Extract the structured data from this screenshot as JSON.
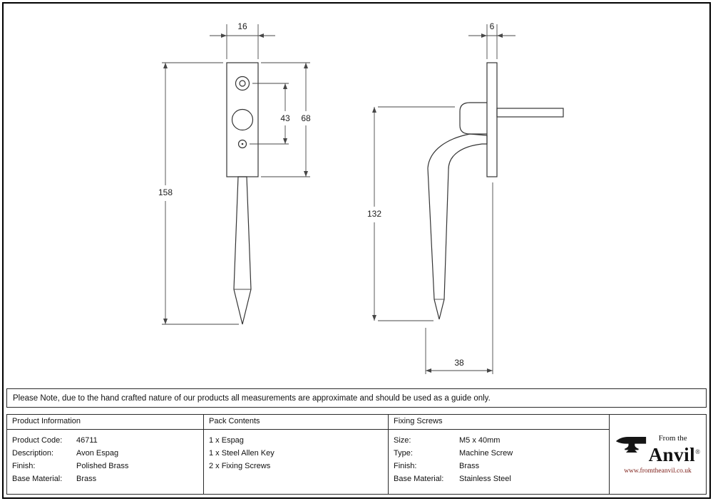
{
  "note": {
    "text": "Please Note, due to the hand crafted nature of our products all measurements are approximate and should be used as a guide only."
  },
  "drawings": {
    "front": {
      "width": "16",
      "hole_spacing": "43",
      "plate_length": "68",
      "total_length": "158"
    },
    "side": {
      "thickness": "6",
      "length": "132",
      "projection": "38"
    }
  },
  "table": {
    "product_info": {
      "header": "Product Information",
      "rows": [
        {
          "label": "Product Code:",
          "value": "46711"
        },
        {
          "label": "Description:",
          "value": "Avon Espag"
        },
        {
          "label": "Finish:",
          "value": "Polished Brass"
        },
        {
          "label": "Base Material:",
          "value": "Brass"
        }
      ]
    },
    "pack_contents": {
      "header": "Pack Contents",
      "items": [
        "1 x Espag",
        "1 x Steel Allen Key",
        "2 x Fixing Screws"
      ]
    },
    "fixing_screws": {
      "header": "Fixing Screws",
      "rows": [
        {
          "label": "Size:",
          "value": "M5 x 40mm"
        },
        {
          "label": "Type:",
          "value": "Machine Screw"
        },
        {
          "label": "Finish:",
          "value": "Brass"
        },
        {
          "label": "Base Material:",
          "value": "Stainless Steel"
        }
      ]
    }
  },
  "brand": {
    "tagline": "From the",
    "name": "Anvil",
    "registered": "®",
    "website": "www.fromtheanvil.co.uk",
    "red": "#7b1a14"
  }
}
